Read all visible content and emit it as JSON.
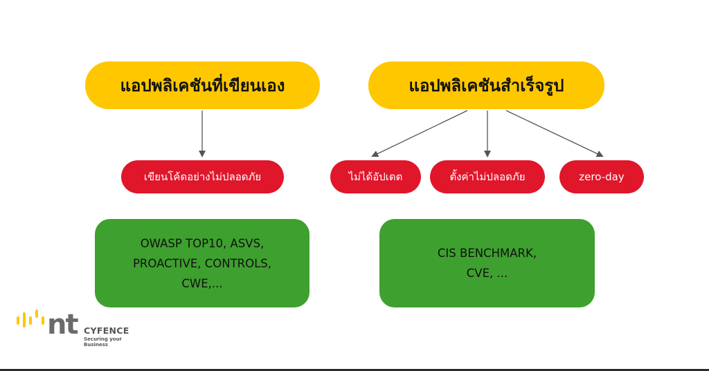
{
  "left": {
    "title": "แอปพลิเคชันที่เขียนเอง",
    "issue": "เขียนโค้ดอย่างไม่ปลอดภัย",
    "references": [
      "OWASP TOP10, ASVS,",
      "PROACTIVE, CONTROLS,",
      "CWE,..."
    ]
  },
  "right": {
    "title": "แอปพลิเคชันสำเร็จรูป",
    "issues": [
      "ไม่ได้อัปเดต",
      "ตั้งค่าไม่ปลอดภัย",
      "zero-day"
    ],
    "references": [
      "CIS BENCHMARK,",
      "CVE, ..."
    ]
  },
  "logo": {
    "mark": "nt",
    "brand": "CYFENCE",
    "tagline": "Securing your Business"
  },
  "colors": {
    "yellow": "#FFC700",
    "red": "#E0162B",
    "green": "#3EA02E",
    "arrow": "#555555"
  }
}
